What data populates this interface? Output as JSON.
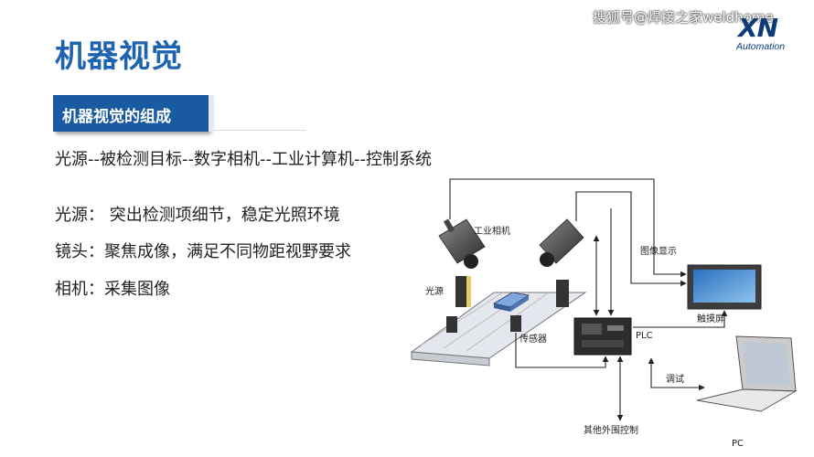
{
  "watermark": "搜狐号@焊接之家weldhome",
  "logo": {
    "mark": "XN",
    "subtitle": "Automation"
  },
  "title": "机器视觉",
  "section": "机器视觉的组成",
  "chain": "光源--被检测目标--数字相机--工业计算机--控制系统",
  "points": [
    "光源： 突出检测项细节，稳定光照环境",
    "镜头：聚焦成像，满足不同物距视野要求",
    "相机：采集图像"
  ],
  "diagram": {
    "camera_label": "工业相机",
    "display_label": "图像显示",
    "light_label": "光源",
    "sensor_label": "传感器",
    "plc_label": "PLC",
    "touchscreen_label": "触摸屏",
    "debug_label": "调试",
    "peripheral_label": "其他外围控制",
    "pc_label": "PC"
  }
}
